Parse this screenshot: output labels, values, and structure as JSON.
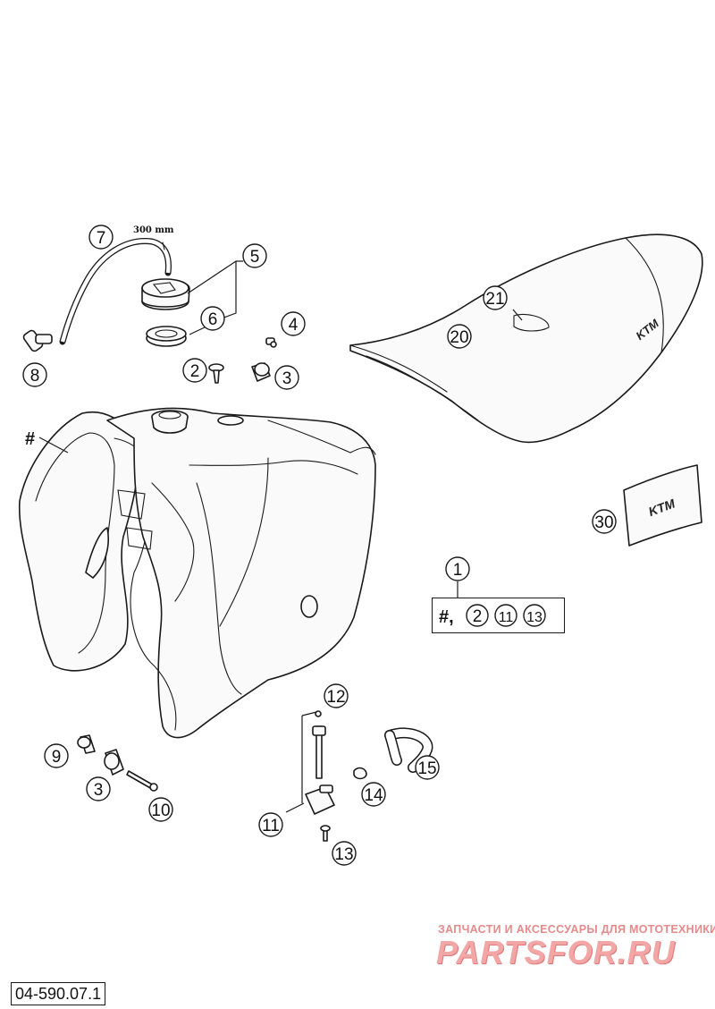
{
  "dimension_label": "300 mm",
  "callouts": {
    "c1": "1",
    "c2a": "2",
    "c2b": "2",
    "c3a": "3",
    "c3b": "3",
    "c4": "4",
    "c5": "5",
    "c6": "6",
    "c7": "7",
    "c8": "8",
    "c9": "9",
    "c10": "10",
    "c11a": "11",
    "c11b": "11",
    "c12": "12",
    "c13a": "13",
    "c13b": "13",
    "c14": "14",
    "c15": "15",
    "c20": "20",
    "c21": "21",
    "c30": "30"
  },
  "hash_marker": "#",
  "kit_box": {
    "prefix": "#,"
  },
  "seat_logo": "KTM",
  "decal_logo": "KTM",
  "watermark": {
    "tagline": "ЗАПЧАСТИ И АКСЕССУАРЫ ДЛЯ МОТОТЕХНИКИ",
    "brand": "PARTSFOR.RU"
  },
  "drawing_code": "04-590.07.1"
}
